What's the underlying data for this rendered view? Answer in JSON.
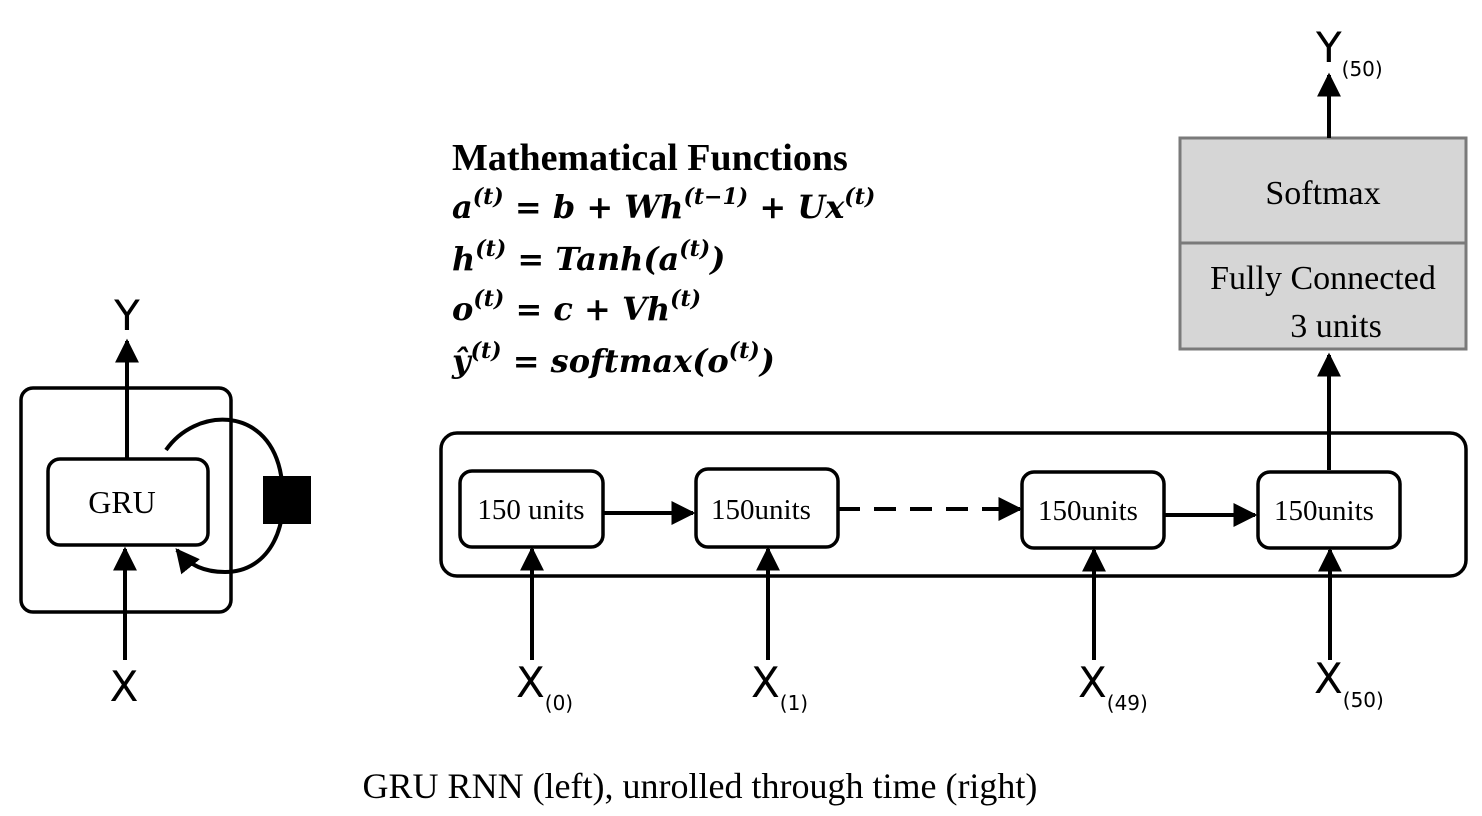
{
  "folded": {
    "cell_label": "GRU",
    "output_label": "Y",
    "input_label": "X"
  },
  "equations": {
    "heading": "Mathematical Functions",
    "line1": {
      "lhs": "a",
      "lhs_sup": "(t)",
      "rel": " =  b + Wh",
      "sup1": "(t−1)",
      "mid": " + Ux",
      "sup2": "(t)"
    },
    "line2": {
      "lhs": "h",
      "lhs_sup": "(t)",
      "rel": " =  Tanh(a",
      "sup1": "(t)",
      "tail": ")"
    },
    "line3": {
      "lhs": "o",
      "lhs_sup": "(t)",
      "rel": " = c + Vh",
      "sup1": "(t)"
    },
    "line4": {
      "lhs": "ŷ",
      "lhs_sup": "(t)",
      "rel": " = softmax(o",
      "sup1": "(t)",
      "tail": ")"
    }
  },
  "unrolled": {
    "cells": [
      {
        "label": "150 units",
        "input": "X",
        "input_sub": "(0)"
      },
      {
        "label": "150units",
        "input": "X",
        "input_sub": "(1)"
      },
      {
        "label": "150units",
        "input": "X",
        "input_sub": "(49)"
      },
      {
        "label": "150units",
        "input": "X",
        "input_sub": "(50)"
      }
    ],
    "fc_line1": "Fully Connected",
    "fc_line2": "3 units",
    "softmax_label": "Softmax",
    "output": "Y",
    "output_sub": "(50)"
  },
  "caption": "GRU RNN (left), unrolled through time (right)"
}
